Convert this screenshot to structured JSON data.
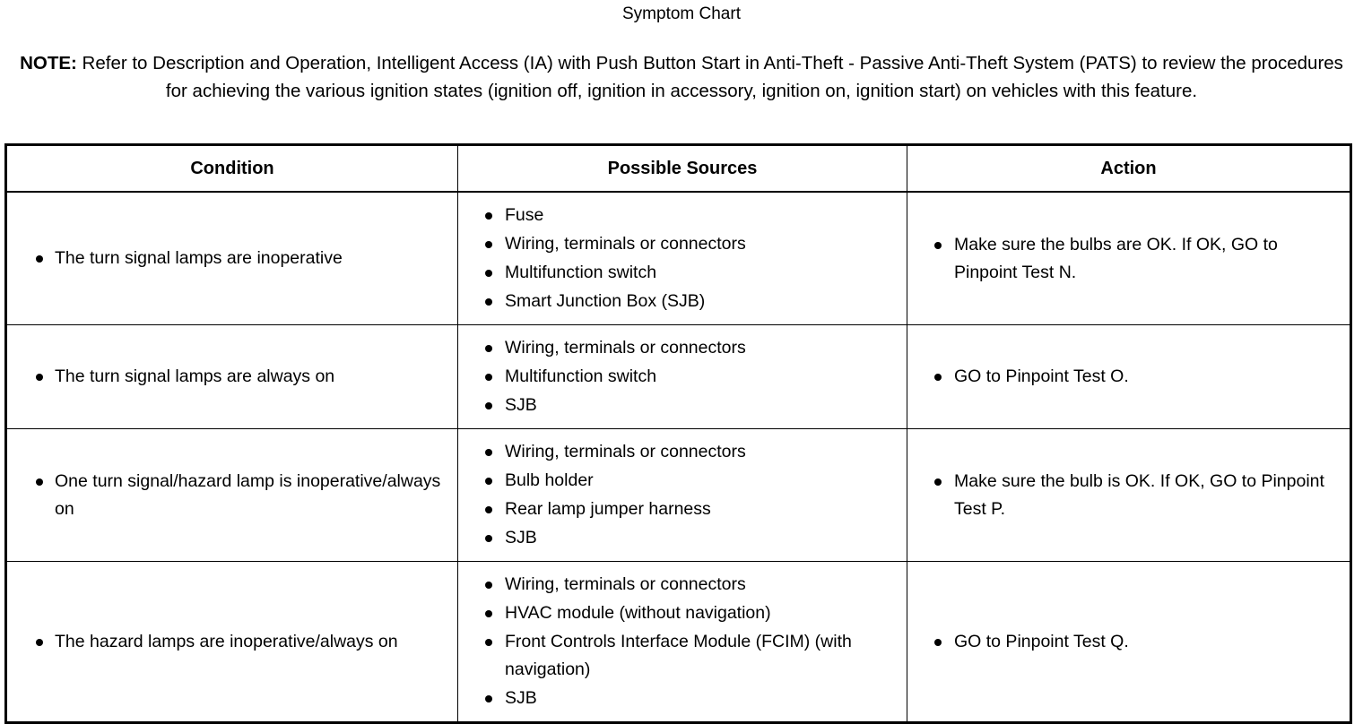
{
  "document": {
    "title": "Symptom Chart",
    "note": {
      "label": "NOTE:",
      "text": " Refer to Description and Operation, Intelligent Access (IA) with Push Button Start in Anti-Theft - Passive Anti-Theft System (PATS) to review the procedures for achieving the various ignition states (ignition off, ignition in accessory, ignition on, ignition start) on vehicles with this feature."
    }
  },
  "table": {
    "columns": [
      {
        "key": "condition",
        "label": "Condition"
      },
      {
        "key": "sources",
        "label": "Possible Sources"
      },
      {
        "key": "action",
        "label": "Action"
      }
    ],
    "rows": [
      {
        "condition": [
          "The turn signal lamps are inoperative"
        ],
        "sources": [
          "Fuse",
          "Wiring, terminals or connectors",
          "Multifunction switch",
          "Smart Junction Box (SJB)"
        ],
        "action": [
          "Make sure the bulbs are OK. If OK, GO to Pinpoint Test N."
        ]
      },
      {
        "condition": [
          "The turn signal lamps are always on"
        ],
        "sources": [
          "Wiring, terminals or connectors",
          "Multifunction switch",
          "SJB"
        ],
        "action": [
          "GO to Pinpoint Test O."
        ]
      },
      {
        "condition": [
          "One turn signal/hazard lamp is inoperative/always on"
        ],
        "sources": [
          "Wiring, terminals or connectors",
          "Bulb holder",
          "Rear lamp jumper harness",
          "SJB"
        ],
        "action": [
          "Make sure the bulb is OK. If OK, GO to Pinpoint Test P."
        ]
      },
      {
        "condition": [
          "The hazard lamps are inoperative/always on"
        ],
        "sources": [
          "Wiring, terminals or connectors",
          "HVAC module (without navigation)",
          "Front Controls Interface Module (FCIM) (with navigation)",
          "SJB"
        ],
        "action": [
          "GO to Pinpoint Test Q."
        ]
      }
    ]
  },
  "colors": {
    "text": "#000000",
    "background": "#ffffff",
    "rule": "#000000"
  }
}
